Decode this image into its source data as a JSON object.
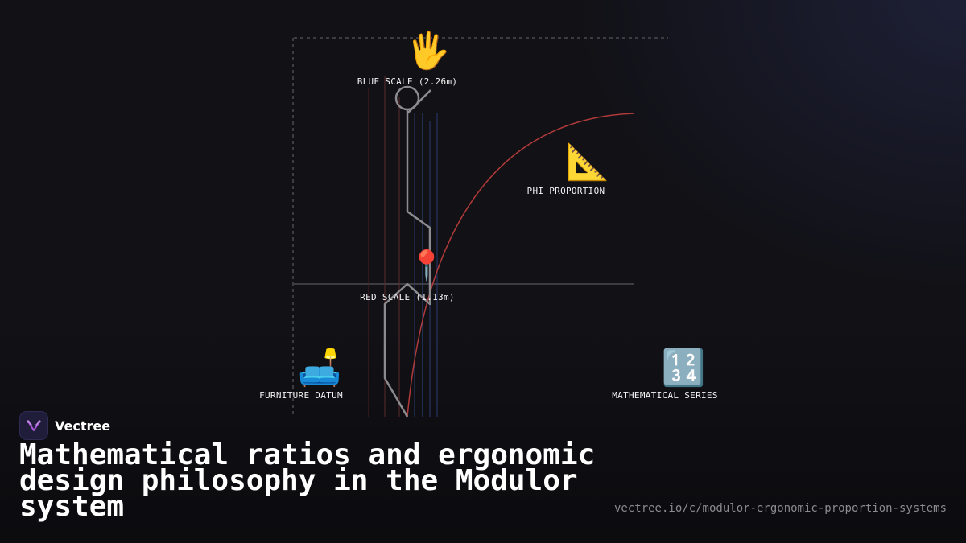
{
  "diagram": {
    "labels": {
      "blue_scale": "BLUE SCALE (2.26m)",
      "phi_proportion": "PHI PROPORTION",
      "red_scale": "RED SCALE (1.13m)",
      "furniture_datum": "FURNITURE DATUM",
      "mathematical_series": "MATHEMATICAL SERIES"
    },
    "icons": {
      "blue_scale": "raised-hand-icon",
      "phi_proportion": "triangular-ruler-icon",
      "red_scale": "pin-icon",
      "furniture_datum": "couch-and-lamp-icon",
      "mathematical_series": "numbers-1234-icon"
    },
    "emoji": {
      "blue_scale": "🖐️",
      "phi_proportion": "📐",
      "red_scale": "📍",
      "furniture_datum": "🛋️",
      "mathematical_series": "🔢"
    },
    "colors": {
      "figure": "#8c8c90",
      "red_arc": "#b03a3a",
      "blue_line": "#2e4a8a",
      "grid": "#4a4a50"
    }
  },
  "brand": {
    "name": "Vectree",
    "accent": "#a95bd8"
  },
  "title": "Mathematical ratios and ergonomic design philosophy in the Modulor system",
  "url": "vectree.io/c/modulor-ergonomic-proportion-systems"
}
